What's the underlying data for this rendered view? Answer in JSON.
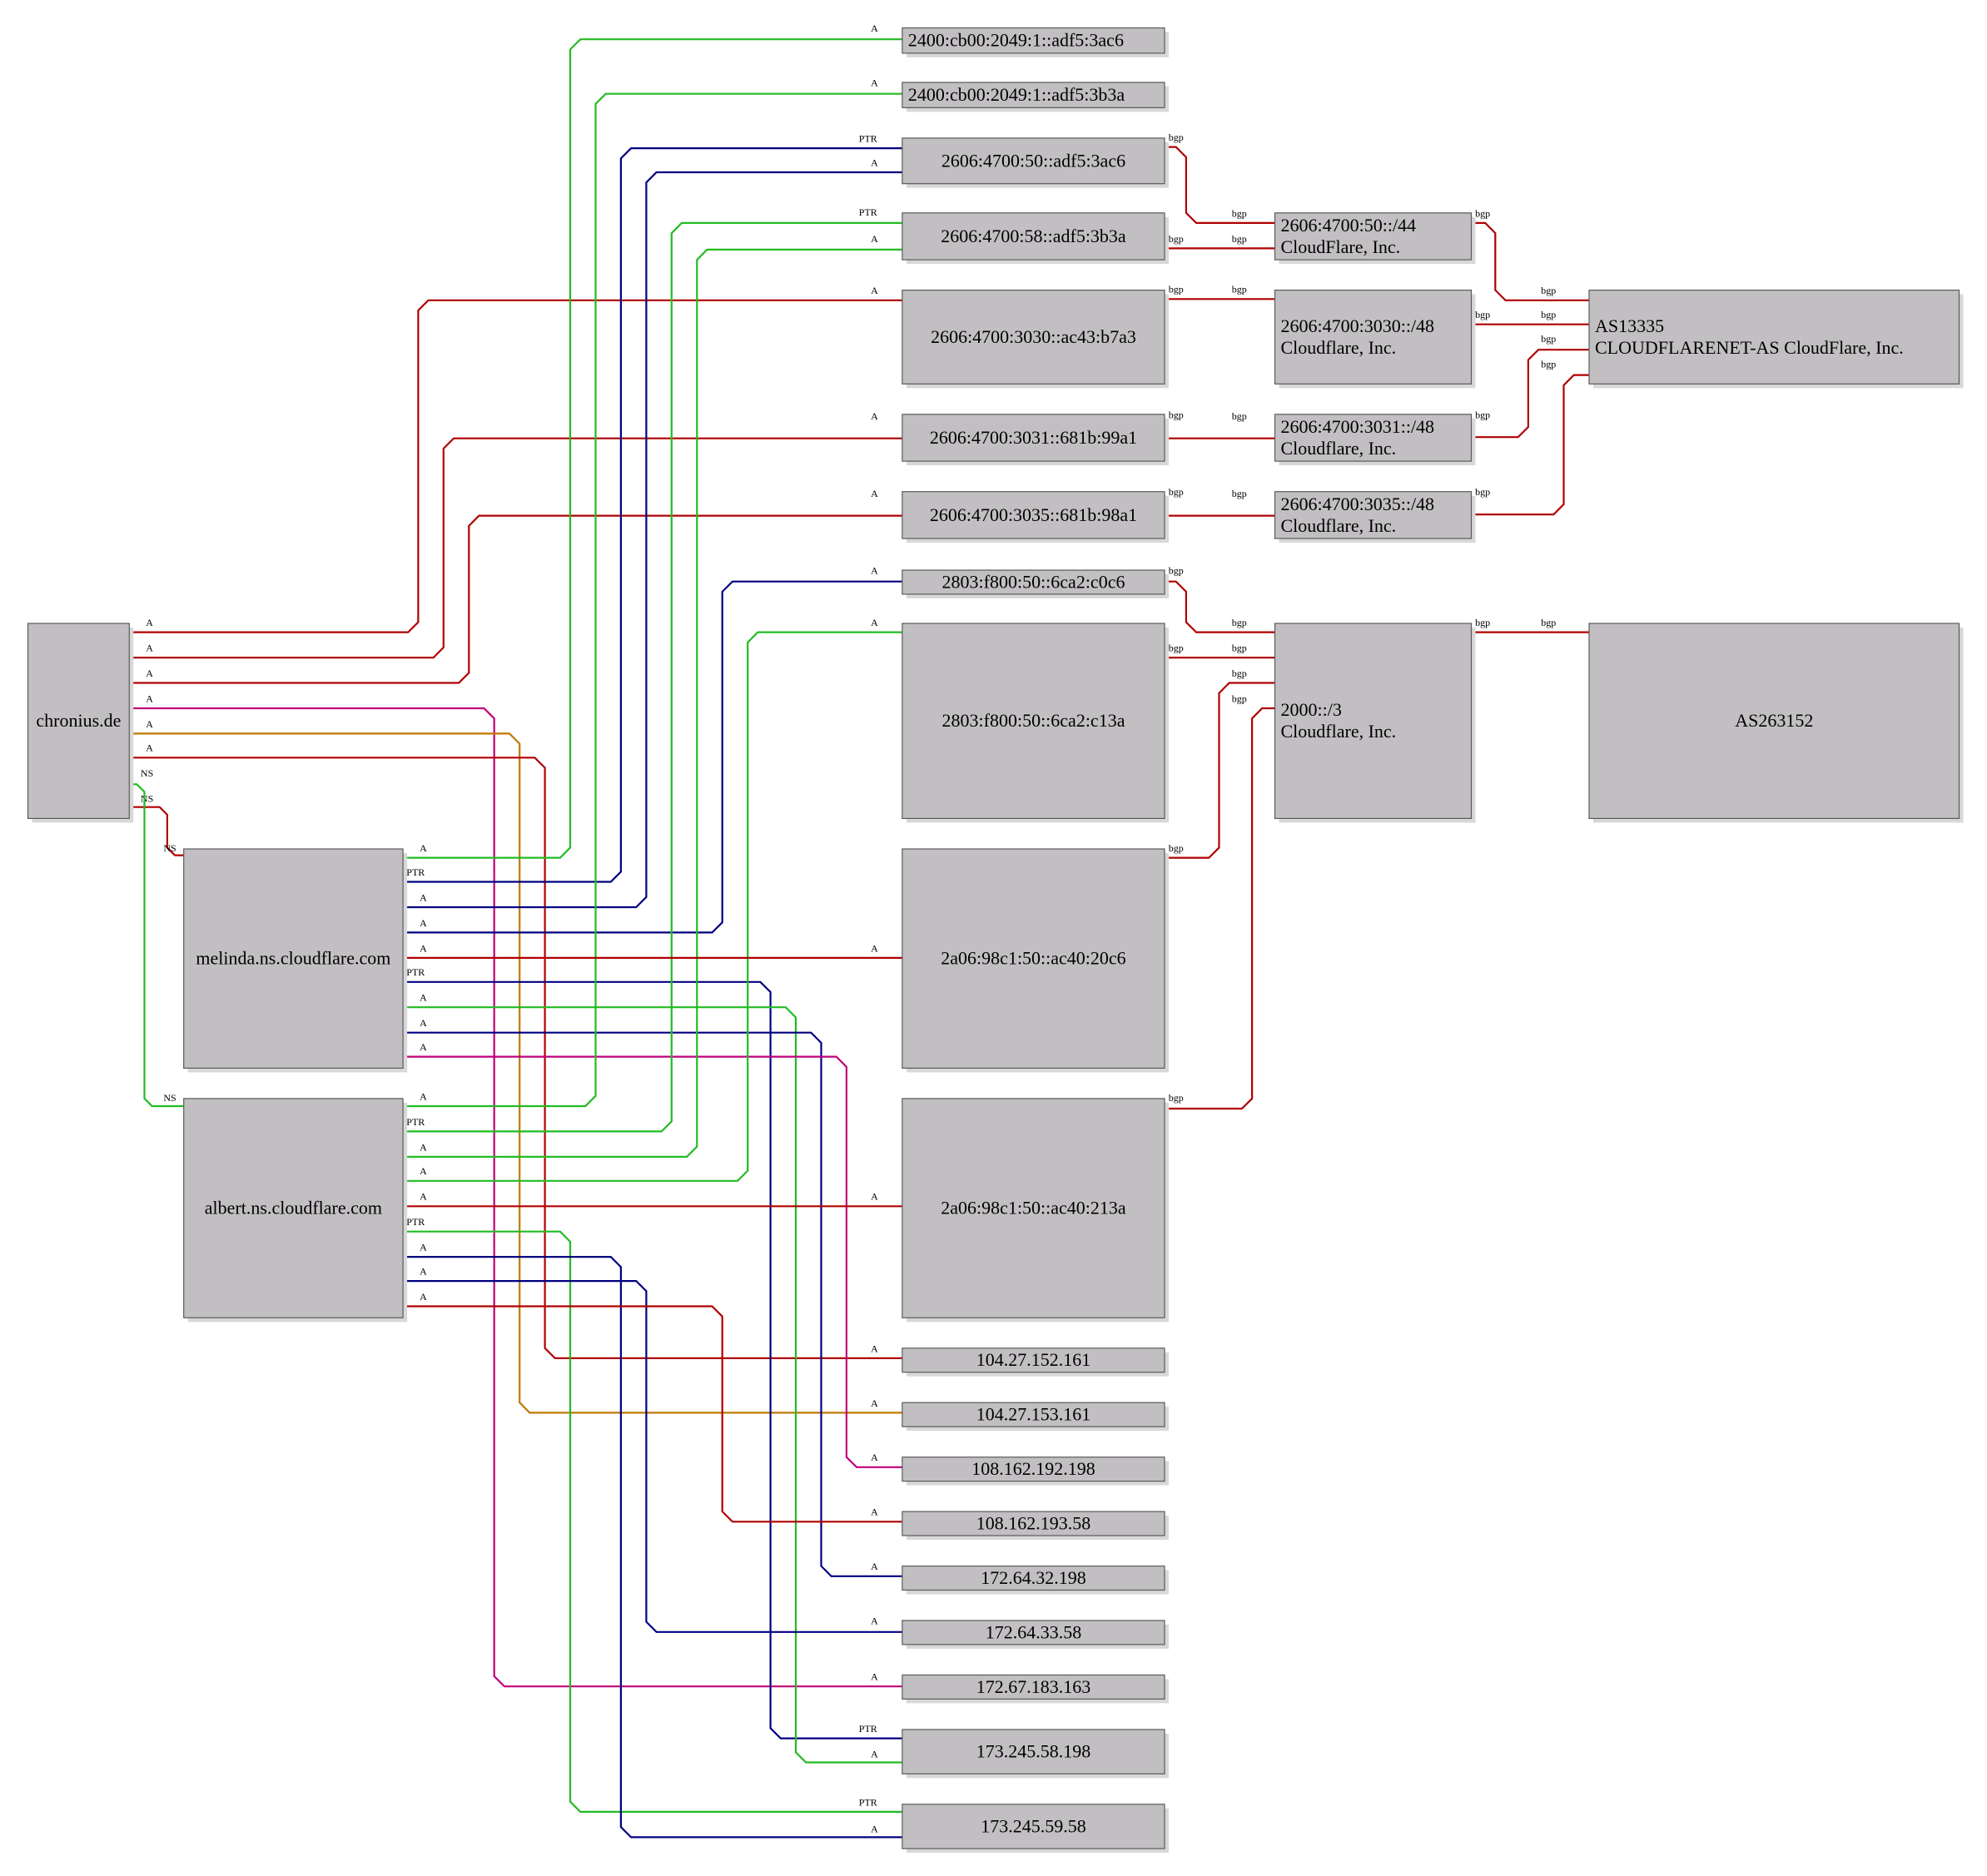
{
  "colors": {
    "red": "#b00000",
    "green": "#22bb22",
    "navy": "#000080",
    "magenta": "#c0007a",
    "orange": "#c07800",
    "node_fill": "#c2bfc2",
    "node_border": "#5a5a5a"
  },
  "nodes": [
    {
      "id": "chronius",
      "lines": [
        "chronius.de"
      ],
      "align": "center"
    },
    {
      "id": "melinda",
      "lines": [
        "melinda.ns.cloudflare.com"
      ],
      "align": "center"
    },
    {
      "id": "albert",
      "lines": [
        "albert.ns.cloudflare.com"
      ],
      "align": "center"
    },
    {
      "id": "ip2400c6",
      "lines": [
        "2400:cb00:2049:1::adf5:3ac6"
      ],
      "align": "left"
    },
    {
      "id": "ip24003a",
      "lines": [
        "2400:cb00:2049:1::adf5:3b3a"
      ],
      "align": "left"
    },
    {
      "id": "ip260650",
      "lines": [
        "2606:4700:50::adf5:3ac6"
      ],
      "align": "center"
    },
    {
      "id": "ip260658",
      "lines": [
        "2606:4700:58::adf5:3b3a"
      ],
      "align": "center"
    },
    {
      "id": "ip3030",
      "lines": [
        "2606:4700:3030::ac43:b7a3"
      ],
      "align": "center"
    },
    {
      "id": "ip3031",
      "lines": [
        "2606:4700:3031::681b:99a1"
      ],
      "align": "center"
    },
    {
      "id": "ip3035",
      "lines": [
        "2606:4700:3035::681b:98a1"
      ],
      "align": "center"
    },
    {
      "id": "ip2803c6",
      "lines": [
        "2803:f800:50::6ca2:c0c6"
      ],
      "align": "center"
    },
    {
      "id": "ip28033a",
      "lines": [
        "2803:f800:50::6ca2:c13a"
      ],
      "align": "center"
    },
    {
      "id": "ip2a06c6",
      "lines": [
        "2a06:98c1:50::ac40:20c6"
      ],
      "align": "center"
    },
    {
      "id": "ip2a063a",
      "lines": [
        "2a06:98c1:50::ac40:213a"
      ],
      "align": "center"
    },
    {
      "id": "ip104152",
      "lines": [
        "104.27.152.161"
      ],
      "align": "center"
    },
    {
      "id": "ip104153",
      "lines": [
        "104.27.153.161"
      ],
      "align": "center"
    },
    {
      "id": "ip108198",
      "lines": [
        "108.162.192.198"
      ],
      "align": "center"
    },
    {
      "id": "ip10858",
      "lines": [
        "108.162.193.58"
      ],
      "align": "center"
    },
    {
      "id": "ip172198",
      "lines": [
        "172.64.32.198"
      ],
      "align": "center"
    },
    {
      "id": "ip17258",
      "lines": [
        "172.64.33.58"
      ],
      "align": "center"
    },
    {
      "id": "ip172163",
      "lines": [
        "172.67.183.163"
      ],
      "align": "center"
    },
    {
      "id": "ip173198",
      "lines": [
        "173.245.58.198"
      ],
      "align": "center"
    },
    {
      "id": "ip17358",
      "lines": [
        "173.245.59.58"
      ],
      "align": "center"
    },
    {
      "id": "pfx50",
      "lines": [
        "2606:4700:50::/44",
        "CloudFlare, Inc."
      ],
      "align": "left"
    },
    {
      "id": "pfx3030",
      "lines": [
        "2606:4700:3030::/48",
        "Cloudflare, Inc."
      ],
      "align": "left"
    },
    {
      "id": "pfx3031",
      "lines": [
        "2606:4700:3031::/48",
        "Cloudflare, Inc."
      ],
      "align": "left"
    },
    {
      "id": "pfx3035",
      "lines": [
        "2606:4700:3035::/48",
        "Cloudflare, Inc."
      ],
      "align": "left"
    },
    {
      "id": "pfx2000",
      "lines": [
        "2000::/3",
        "Cloudflare, Inc."
      ],
      "align": "left"
    },
    {
      "id": "as13335",
      "lines": [
        "AS13335",
        "CLOUDFLARENET-AS CloudFlare, Inc."
      ],
      "align": "left"
    },
    {
      "id": "as263152",
      "lines": [
        "AS263152"
      ],
      "align": "center"
    }
  ],
  "edges": [
    {
      "from": "chronius",
      "to": "ip3030",
      "color": "red",
      "labels": [
        "A",
        "A"
      ]
    },
    {
      "from": "chronius",
      "to": "ip3031",
      "color": "red",
      "labels": [
        "A",
        "A"
      ]
    },
    {
      "from": "chronius",
      "to": "ip3035",
      "color": "red",
      "labels": [
        "A",
        "A"
      ]
    },
    {
      "from": "chronius",
      "to": "ip172163",
      "color": "magenta",
      "labels": [
        "A",
        "A"
      ]
    },
    {
      "from": "chronius",
      "to": "ip104153",
      "color": "orange",
      "labels": [
        "A",
        "A"
      ]
    },
    {
      "from": "chronius",
      "to": "ip104152",
      "color": "red",
      "labels": [
        "A",
        "A"
      ]
    },
    {
      "from": "chronius",
      "to": "melinda",
      "color": "red",
      "labels": [
        "NS",
        "NS"
      ]
    },
    {
      "from": "chronius",
      "to": "albert",
      "color": "green",
      "labels": [
        "NS",
        "NS"
      ]
    },
    {
      "from": "melinda",
      "to": "ip2400c6",
      "color": "green",
      "labels": [
        "A",
        "A"
      ]
    },
    {
      "from": "melinda",
      "to": "ip260650",
      "color": "navy",
      "labels": [
        "PTR",
        "PTR"
      ]
    },
    {
      "from": "melinda",
      "to": "ip260650",
      "color": "navy",
      "labels": [
        "A",
        "A"
      ]
    },
    {
      "from": "melinda",
      "to": "ip2803c6",
      "color": "navy",
      "labels": [
        "A",
        "A"
      ]
    },
    {
      "from": "melinda",
      "to": "ip2a06c6",
      "color": "red",
      "labels": [
        "A",
        "A"
      ]
    },
    {
      "from": "melinda",
      "to": "ip173198",
      "color": "navy",
      "labels": [
        "PTR",
        "PTR"
      ]
    },
    {
      "from": "melinda",
      "to": "ip173198",
      "color": "green",
      "labels": [
        "A",
        "A"
      ]
    },
    {
      "from": "melinda",
      "to": "ip172198",
      "color": "navy",
      "labels": [
        "A",
        "A"
      ]
    },
    {
      "from": "melinda",
      "to": "ip108198",
      "color": "magenta",
      "labels": [
        "A",
        "A"
      ]
    },
    {
      "from": "albert",
      "to": "ip24003a",
      "color": "green",
      "labels": [
        "A",
        "A"
      ]
    },
    {
      "from": "albert",
      "to": "ip260658",
      "color": "green",
      "labels": [
        "PTR",
        "PTR"
      ]
    },
    {
      "from": "albert",
      "to": "ip260658",
      "color": "green",
      "labels": [
        "A",
        "A"
      ]
    },
    {
      "from": "albert",
      "to": "ip28033a",
      "color": "green",
      "labels": [
        "A",
        "A"
      ]
    },
    {
      "from": "albert",
      "to": "ip2a063a",
      "color": "red",
      "labels": [
        "A",
        "A"
      ]
    },
    {
      "from": "albert",
      "to": "ip17358",
      "color": "green",
      "labels": [
        "PTR",
        "PTR"
      ]
    },
    {
      "from": "albert",
      "to": "ip17358",
      "color": "navy",
      "labels": [
        "A",
        "A"
      ]
    },
    {
      "from": "albert",
      "to": "ip17258",
      "color": "navy",
      "labels": [
        "A",
        "A"
      ]
    },
    {
      "from": "albert",
      "to": "ip10858",
      "color": "red",
      "labels": [
        "A",
        "A"
      ]
    },
    {
      "from": "ip260650",
      "to": "pfx50",
      "color": "red",
      "labels": [
        "bgp",
        "bgp"
      ]
    },
    {
      "from": "ip260658",
      "to": "pfx50",
      "color": "red",
      "labels": [
        "bgp",
        "bgp"
      ]
    },
    {
      "from": "ip3030",
      "to": "pfx3030",
      "color": "red",
      "labels": [
        "bgp",
        "bgp"
      ]
    },
    {
      "from": "ip3031",
      "to": "pfx3031",
      "color": "red",
      "labels": [
        "bgp",
        "bgp"
      ]
    },
    {
      "from": "ip3035",
      "to": "pfx3035",
      "color": "red",
      "labels": [
        "bgp",
        "bgp"
      ]
    },
    {
      "from": "pfx50",
      "to": "as13335",
      "color": "red",
      "labels": [
        "bgp",
        "bgp"
      ]
    },
    {
      "from": "pfx3030",
      "to": "as13335",
      "color": "red",
      "labels": [
        "bgp",
        "bgp"
      ]
    },
    {
      "from": "pfx3031",
      "to": "as13335",
      "color": "red",
      "labels": [
        "bgp",
        "bgp"
      ]
    },
    {
      "from": "pfx3035",
      "to": "as13335",
      "color": "red",
      "labels": [
        "bgp",
        "bgp"
      ]
    },
    {
      "from": "ip2803c6",
      "to": "pfx2000",
      "color": "red",
      "labels": [
        "bgp",
        "bgp"
      ]
    },
    {
      "from": "ip28033a",
      "to": "pfx2000",
      "color": "red",
      "labels": [
        "bgp",
        "bgp"
      ]
    },
    {
      "from": "ip2a06c6",
      "to": "pfx2000",
      "color": "red",
      "labels": [
        "bgp",
        "bgp"
      ]
    },
    {
      "from": "ip2a063a",
      "to": "pfx2000",
      "color": "red",
      "labels": [
        "bgp",
        "bgp"
      ]
    },
    {
      "from": "pfx2000",
      "to": "as263152",
      "color": "red",
      "labels": [
        "bgp",
        "bgp"
      ]
    }
  ]
}
